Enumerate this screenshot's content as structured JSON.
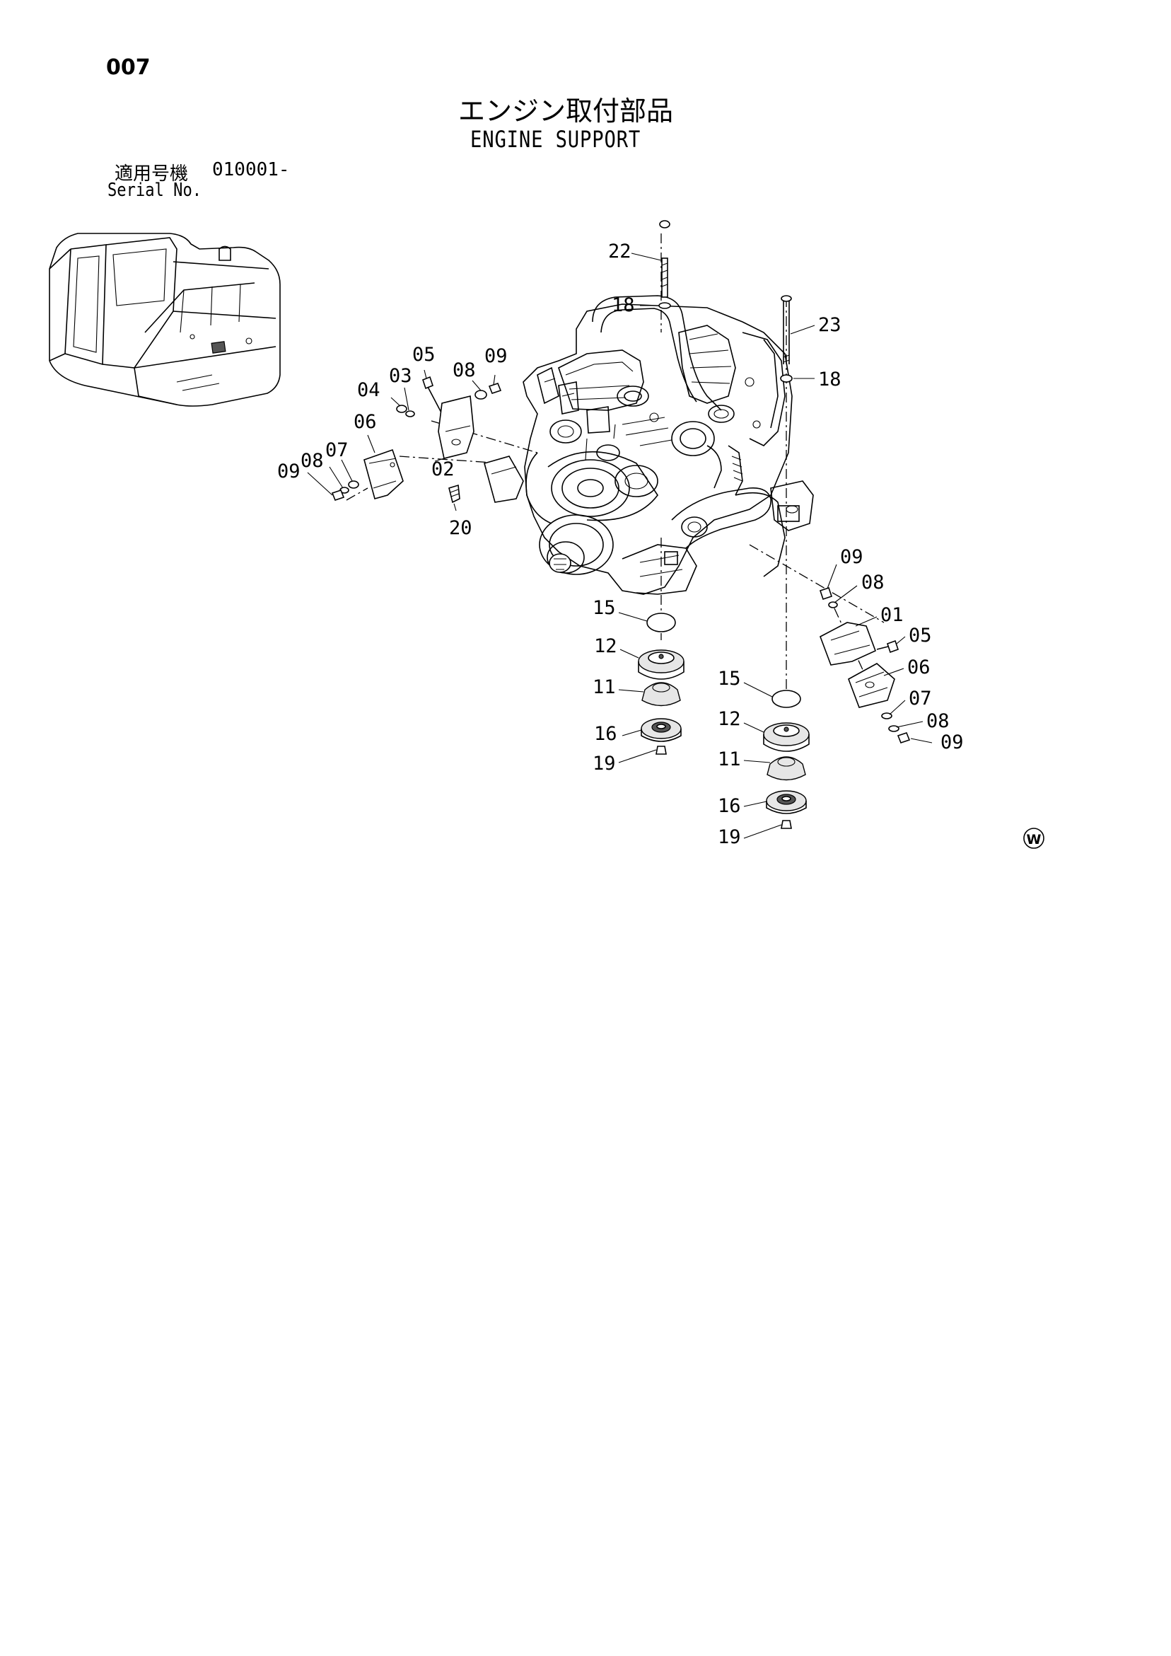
{
  "header": {
    "page_number": "007",
    "title_jp": "エンジン取付部品",
    "title_en": "ENGINE SUPPORT",
    "serial_label_jp": "適用号機",
    "serial_range": "010001-",
    "serial_label_en": "Serial No."
  },
  "footer": {
    "mark": "W"
  },
  "diagram": {
    "part_labels": [
      {
        "id": "lbl-22",
        "text": "22"
      },
      {
        "id": "lbl-18-a",
        "text": "18"
      },
      {
        "id": "lbl-23",
        "text": "23"
      },
      {
        "id": "lbl-18-b",
        "text": "18"
      },
      {
        "id": "lbl-05-a",
        "text": "05"
      },
      {
        "id": "lbl-08-a",
        "text": "08"
      },
      {
        "id": "lbl-09-a",
        "text": "09"
      },
      {
        "id": "lbl-04",
        "text": "04"
      },
      {
        "id": "lbl-03",
        "text": "03"
      },
      {
        "id": "lbl-06-a",
        "text": "06"
      },
      {
        "id": "lbl-07-a",
        "text": "07"
      },
      {
        "id": "lbl-08-b",
        "text": "08"
      },
      {
        "id": "lbl-09-b",
        "text": "09"
      },
      {
        "id": "lbl-02",
        "text": "02"
      },
      {
        "id": "lbl-20",
        "text": "20"
      },
      {
        "id": "lbl-09-c",
        "text": "09"
      },
      {
        "id": "lbl-08-c",
        "text": "08"
      },
      {
        "id": "lbl-01",
        "text": "01"
      },
      {
        "id": "lbl-05-b",
        "text": "05"
      },
      {
        "id": "lbl-06-b",
        "text": "06"
      },
      {
        "id": "lbl-07-b",
        "text": "07"
      },
      {
        "id": "lbl-08-d",
        "text": "08"
      },
      {
        "id": "lbl-09-d",
        "text": "09"
      },
      {
        "id": "lbl-15-a",
        "text": "15"
      },
      {
        "id": "lbl-12-a",
        "text": "12"
      },
      {
        "id": "lbl-11-a",
        "text": "11"
      },
      {
        "id": "lbl-16-a",
        "text": "16"
      },
      {
        "id": "lbl-19-a",
        "text": "19"
      },
      {
        "id": "lbl-15-b",
        "text": "15"
      },
      {
        "id": "lbl-12-b",
        "text": "12"
      },
      {
        "id": "lbl-11-b",
        "text": "11"
      },
      {
        "id": "lbl-16-b",
        "text": "16"
      },
      {
        "id": "lbl-19-b",
        "text": "19"
      }
    ]
  }
}
